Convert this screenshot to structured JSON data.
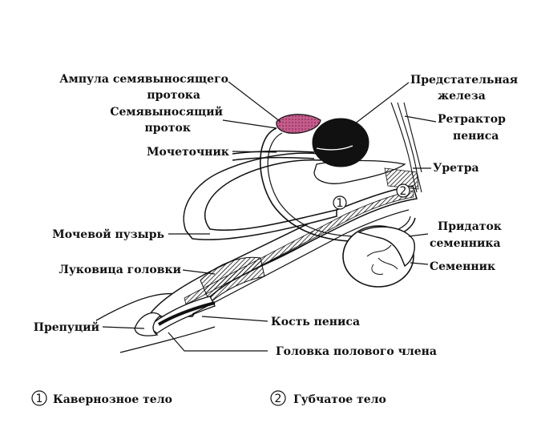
{
  "labels": {
    "ampulla_line1": "Ампула семявыносящего",
    "ampulla_line2": "протока",
    "vas_line1": "Семявыносящий",
    "vas_line2": "проток",
    "ureter": "Мочеточник",
    "bladder": "Мочевой пузырь",
    "bulb": "Луковица головки",
    "prepuce": "Препуций",
    "prostate_line1": "Предстательная",
    "prostate_line2": "железа",
    "retractor_line1": "Ретрактор",
    "retractor_line2": "пениса",
    "urethra": "Уретра",
    "epididymis_line1": "Придаток",
    "epididymis_line2": "семенника",
    "testis": "Семенник",
    "os_penis": "Кость пениса",
    "glans": "Головка полового члена"
  },
  "markers": {
    "one": "1",
    "two": "2"
  },
  "legend": {
    "item1_marker": "1",
    "item1_text": "Кавернозное тело",
    "item2_marker": "2",
    "item2_text": "Губчатое тело"
  },
  "colors": {
    "ampulla": "#b04a7a",
    "prostate": "#111111",
    "ink": "#111111"
  }
}
